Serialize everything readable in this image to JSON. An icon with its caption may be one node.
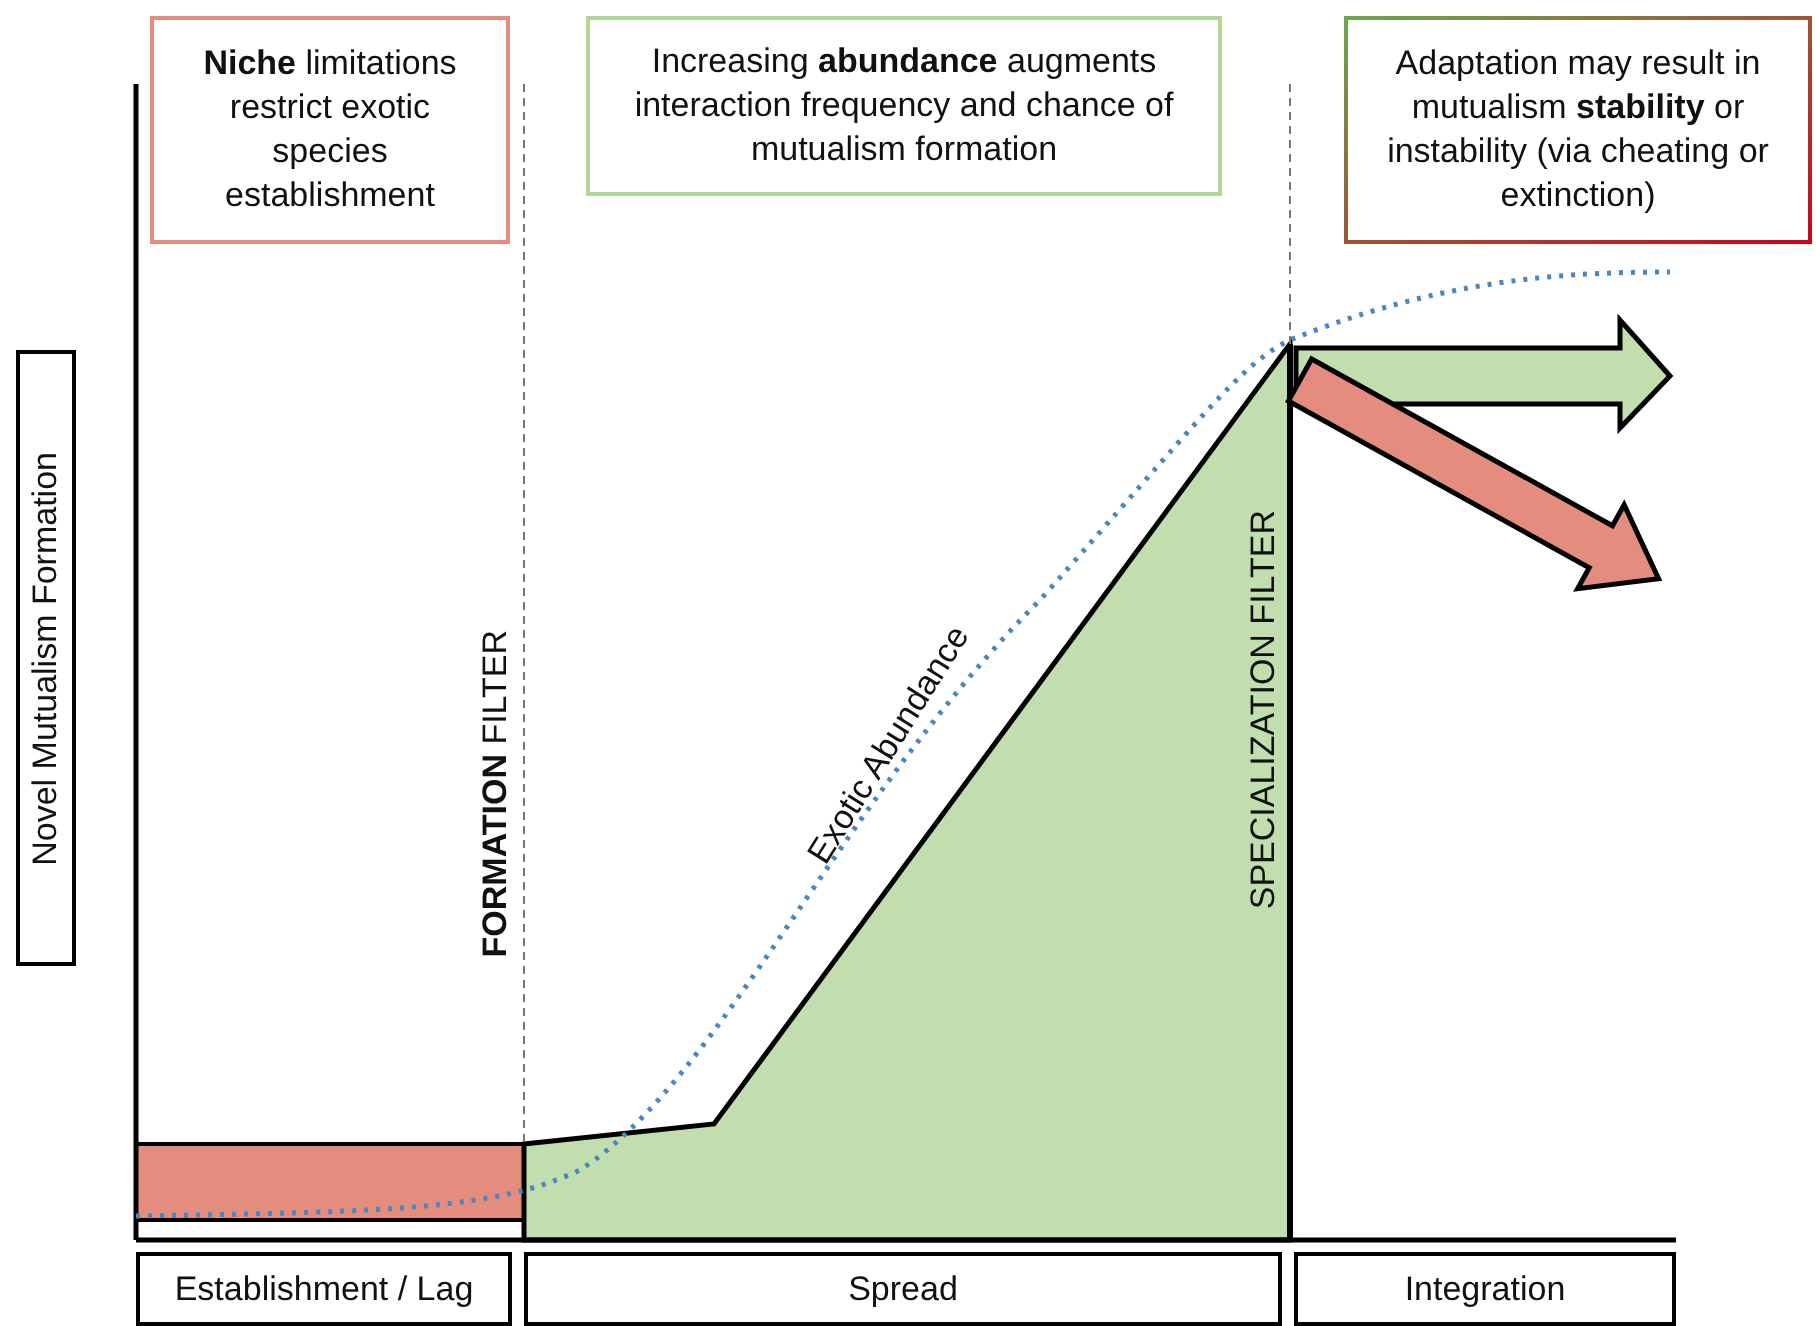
{
  "diagram": {
    "nodes": [
      {
        "text": [
          "**Niche** limitations restrict exotic species establishment"
        ]
      },
      {
        "text": [
          "Increasing **abundance** augments interaction frequency and chance of mutualism formation"
        ]
      },
      {
        "text": [
          "Adaptation may result in mutualism **stability** or instability (via cheating or extinction)"
        ]
      },
      {
        "text": [
          "Novel Mutualism Formation"
        ]
      },
      {
        "text": [
          "Establishment / Lag"
        ]
      },
      {
        "text": [
          "Spread"
        ]
      },
      {
        "text": [
          "Integration"
        ]
      }
    ],
    "labels": [
      "**FORMATION** FILTER",
      "Exotic Abundance",
      "SPECIALIZATION FILTER"
    ]
  }
}
